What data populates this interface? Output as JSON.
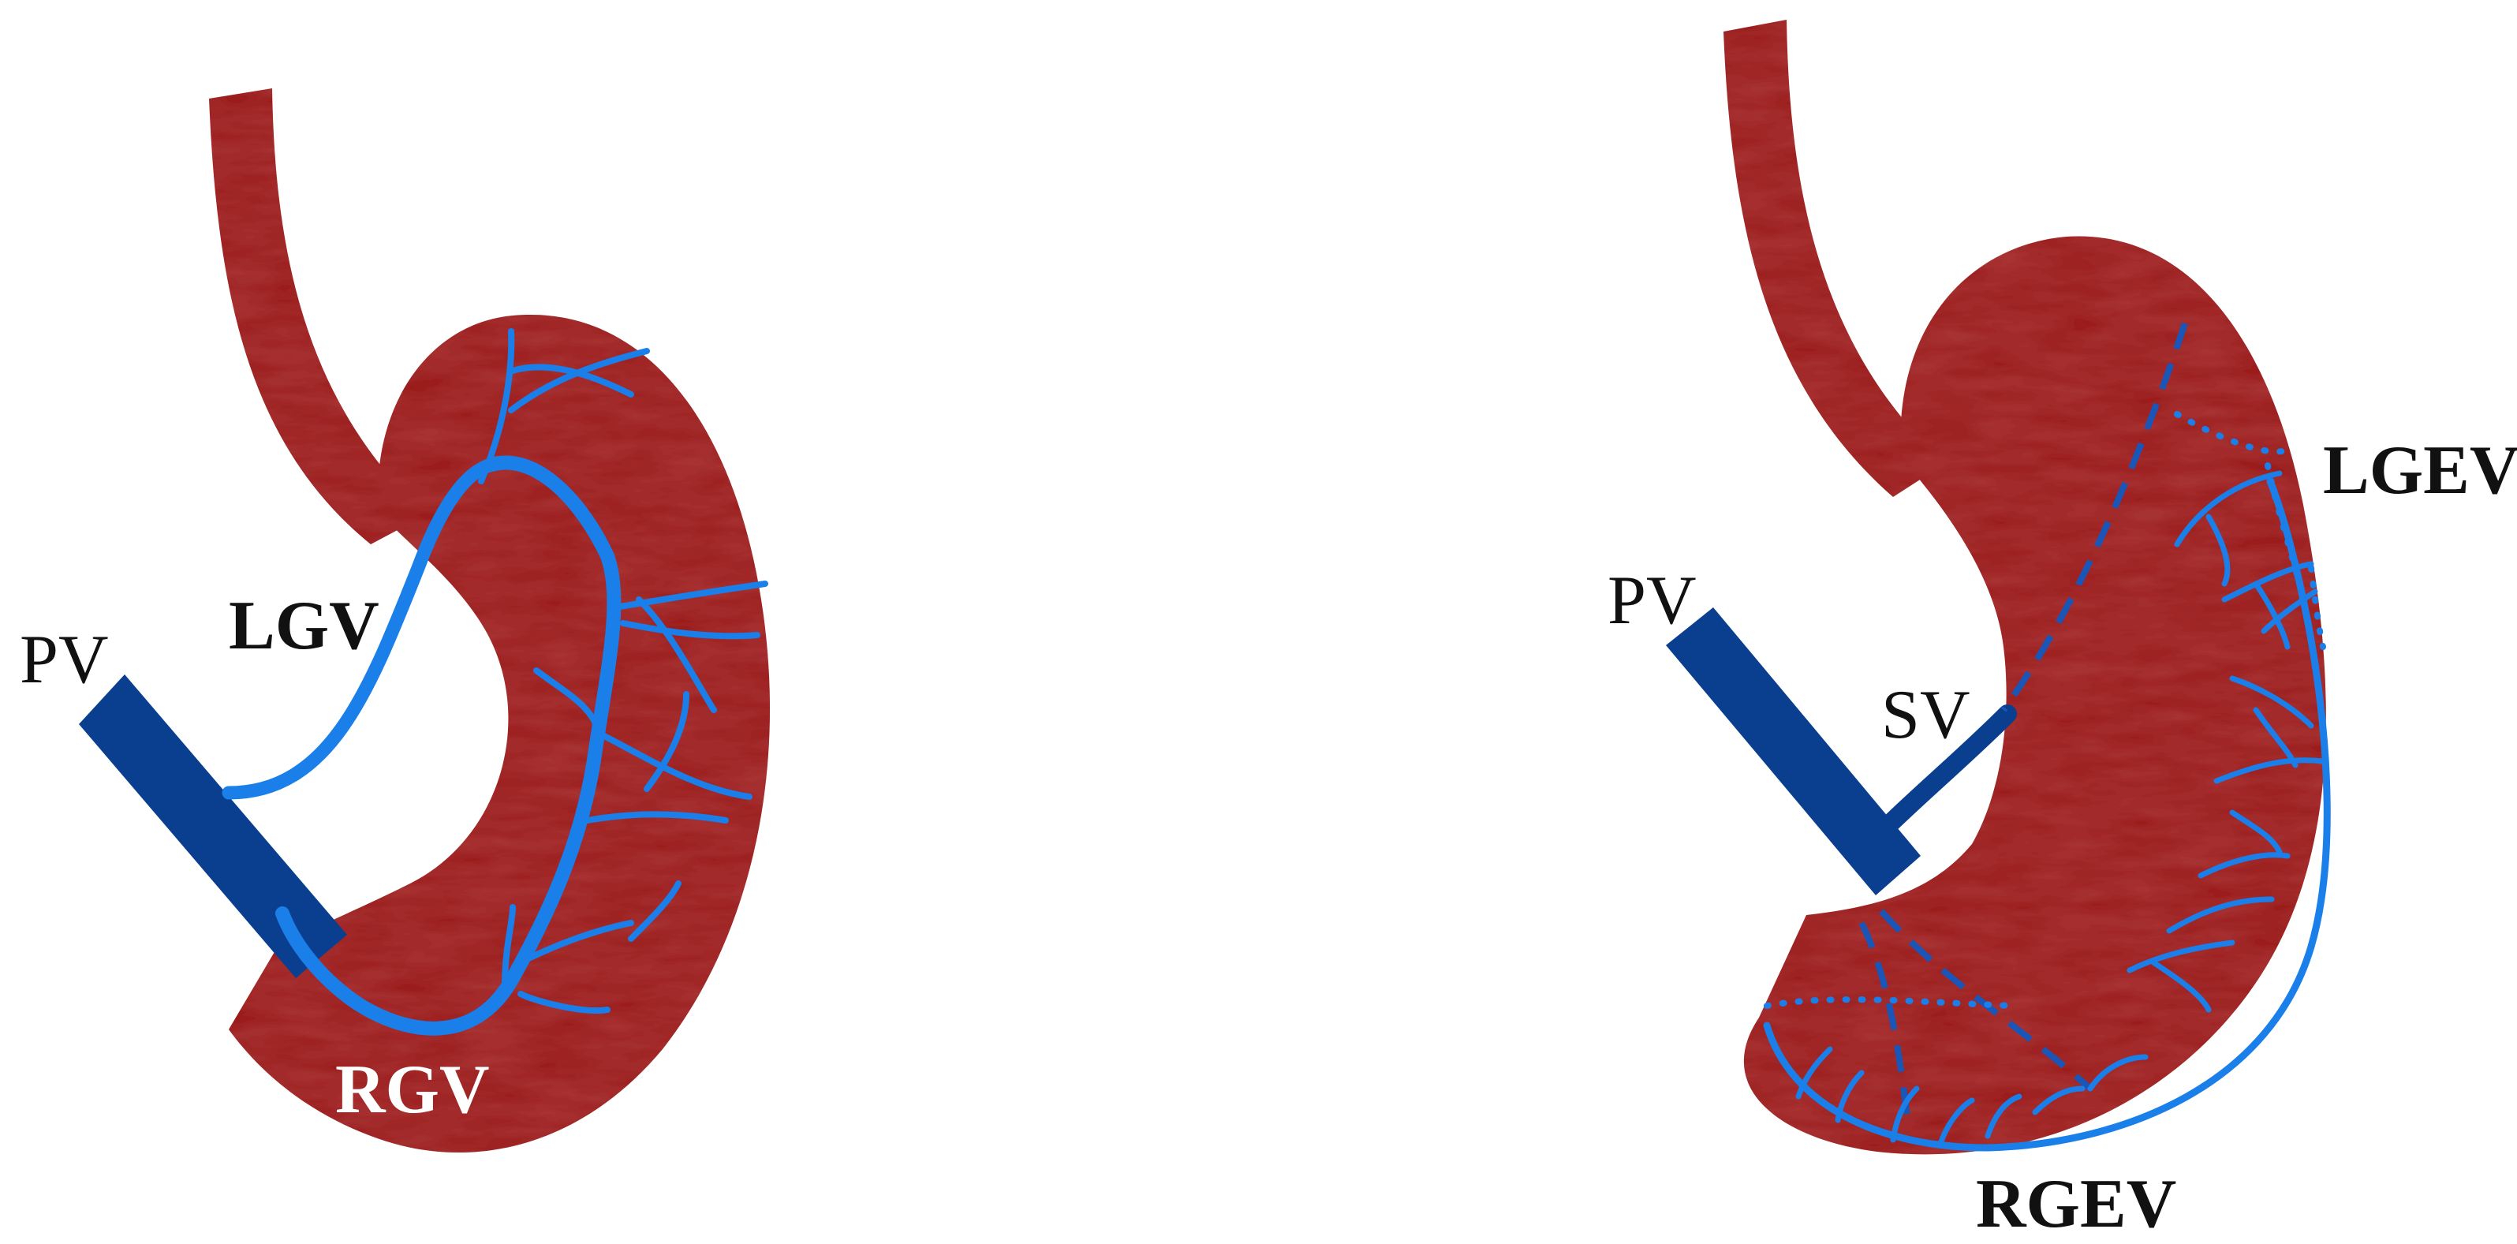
{
  "left_panel": {
    "labels": {
      "pv": "PV",
      "lgv": "LGV",
      "rgv": "RGV"
    }
  },
  "right_panel": {
    "labels": {
      "pv": "PV",
      "sv": "SV",
      "lgev": "LGEV",
      "rgev": "RGEV"
    }
  },
  "colors": {
    "stomach": "#9a1c1c",
    "stomach_highlight": "#b02424",
    "portal_vein": "#0a3f8f",
    "vessel_light": "#1a7fe8",
    "vessel_dark": "#1a55b8"
  }
}
